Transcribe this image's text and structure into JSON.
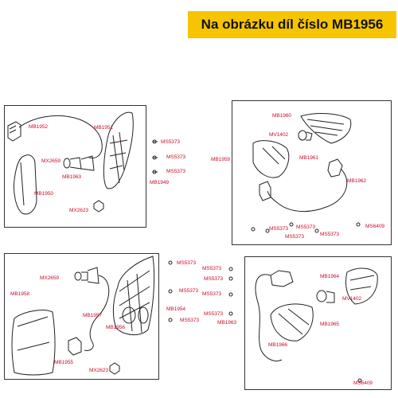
{
  "banner": {
    "text": "Na obrázku díl číslo MB1956",
    "color": "#f6c400"
  },
  "label_color": "#c8102e",
  "labels": {
    "tl_mb1952": "MB1952",
    "tl_mb1951": "MB1951",
    "tl_mx2659": "MX2659",
    "tl_mb1963": "MB1963",
    "tl_mb1950": "MB1950",
    "tl_mx2623": "MX2623",
    "tl_ms5373_a": "MS5373",
    "tl_ms5373_b": "MS5373",
    "tl_ms5373_c": "MS5373",
    "tl_mb1949": "MB1949",
    "tr_mb1960": "MB1960",
    "tr_mv1402": "MV1402",
    "tr_mb1959": "MB1959",
    "tr_mb1961": "MB1961",
    "tr_mb1962": "MB1962",
    "tr_ms5373_a": "MS5373",
    "tr_ms5373_b": "MS5373",
    "tr_ms5373_c": "MS5373",
    "tr_ms5373_d": "MS5373",
    "tr_ms6409": "MS6409",
    "bl_mx2659": "MX2659",
    "bl_mb1958": "MB1958",
    "bl_mb1957": "MB1957",
    "bl_mb1956": "MB1956",
    "bl_mb1955": "MB1955",
    "bl_mx2623": "MX2623",
    "bl_ms5373_a": "MS5373",
    "bl_ms5373_b": "MS5373",
    "bl_mb1954": "MB1954",
    "bl_ms5373_c": "MS5373",
    "br_ms5373_a": "MS5373",
    "br_ms5373_b": "MS5373",
    "br_ms5373_c": "MS5373",
    "br_ms5373_d": "MS5373",
    "br_mb1964": "MB1964",
    "br_mv1402": "MV1402",
    "br_mb1963": "MB1963",
    "br_mb1965": "MB1965",
    "br_mb1966": "MB1966",
    "br_ms6409": "MS6409"
  }
}
